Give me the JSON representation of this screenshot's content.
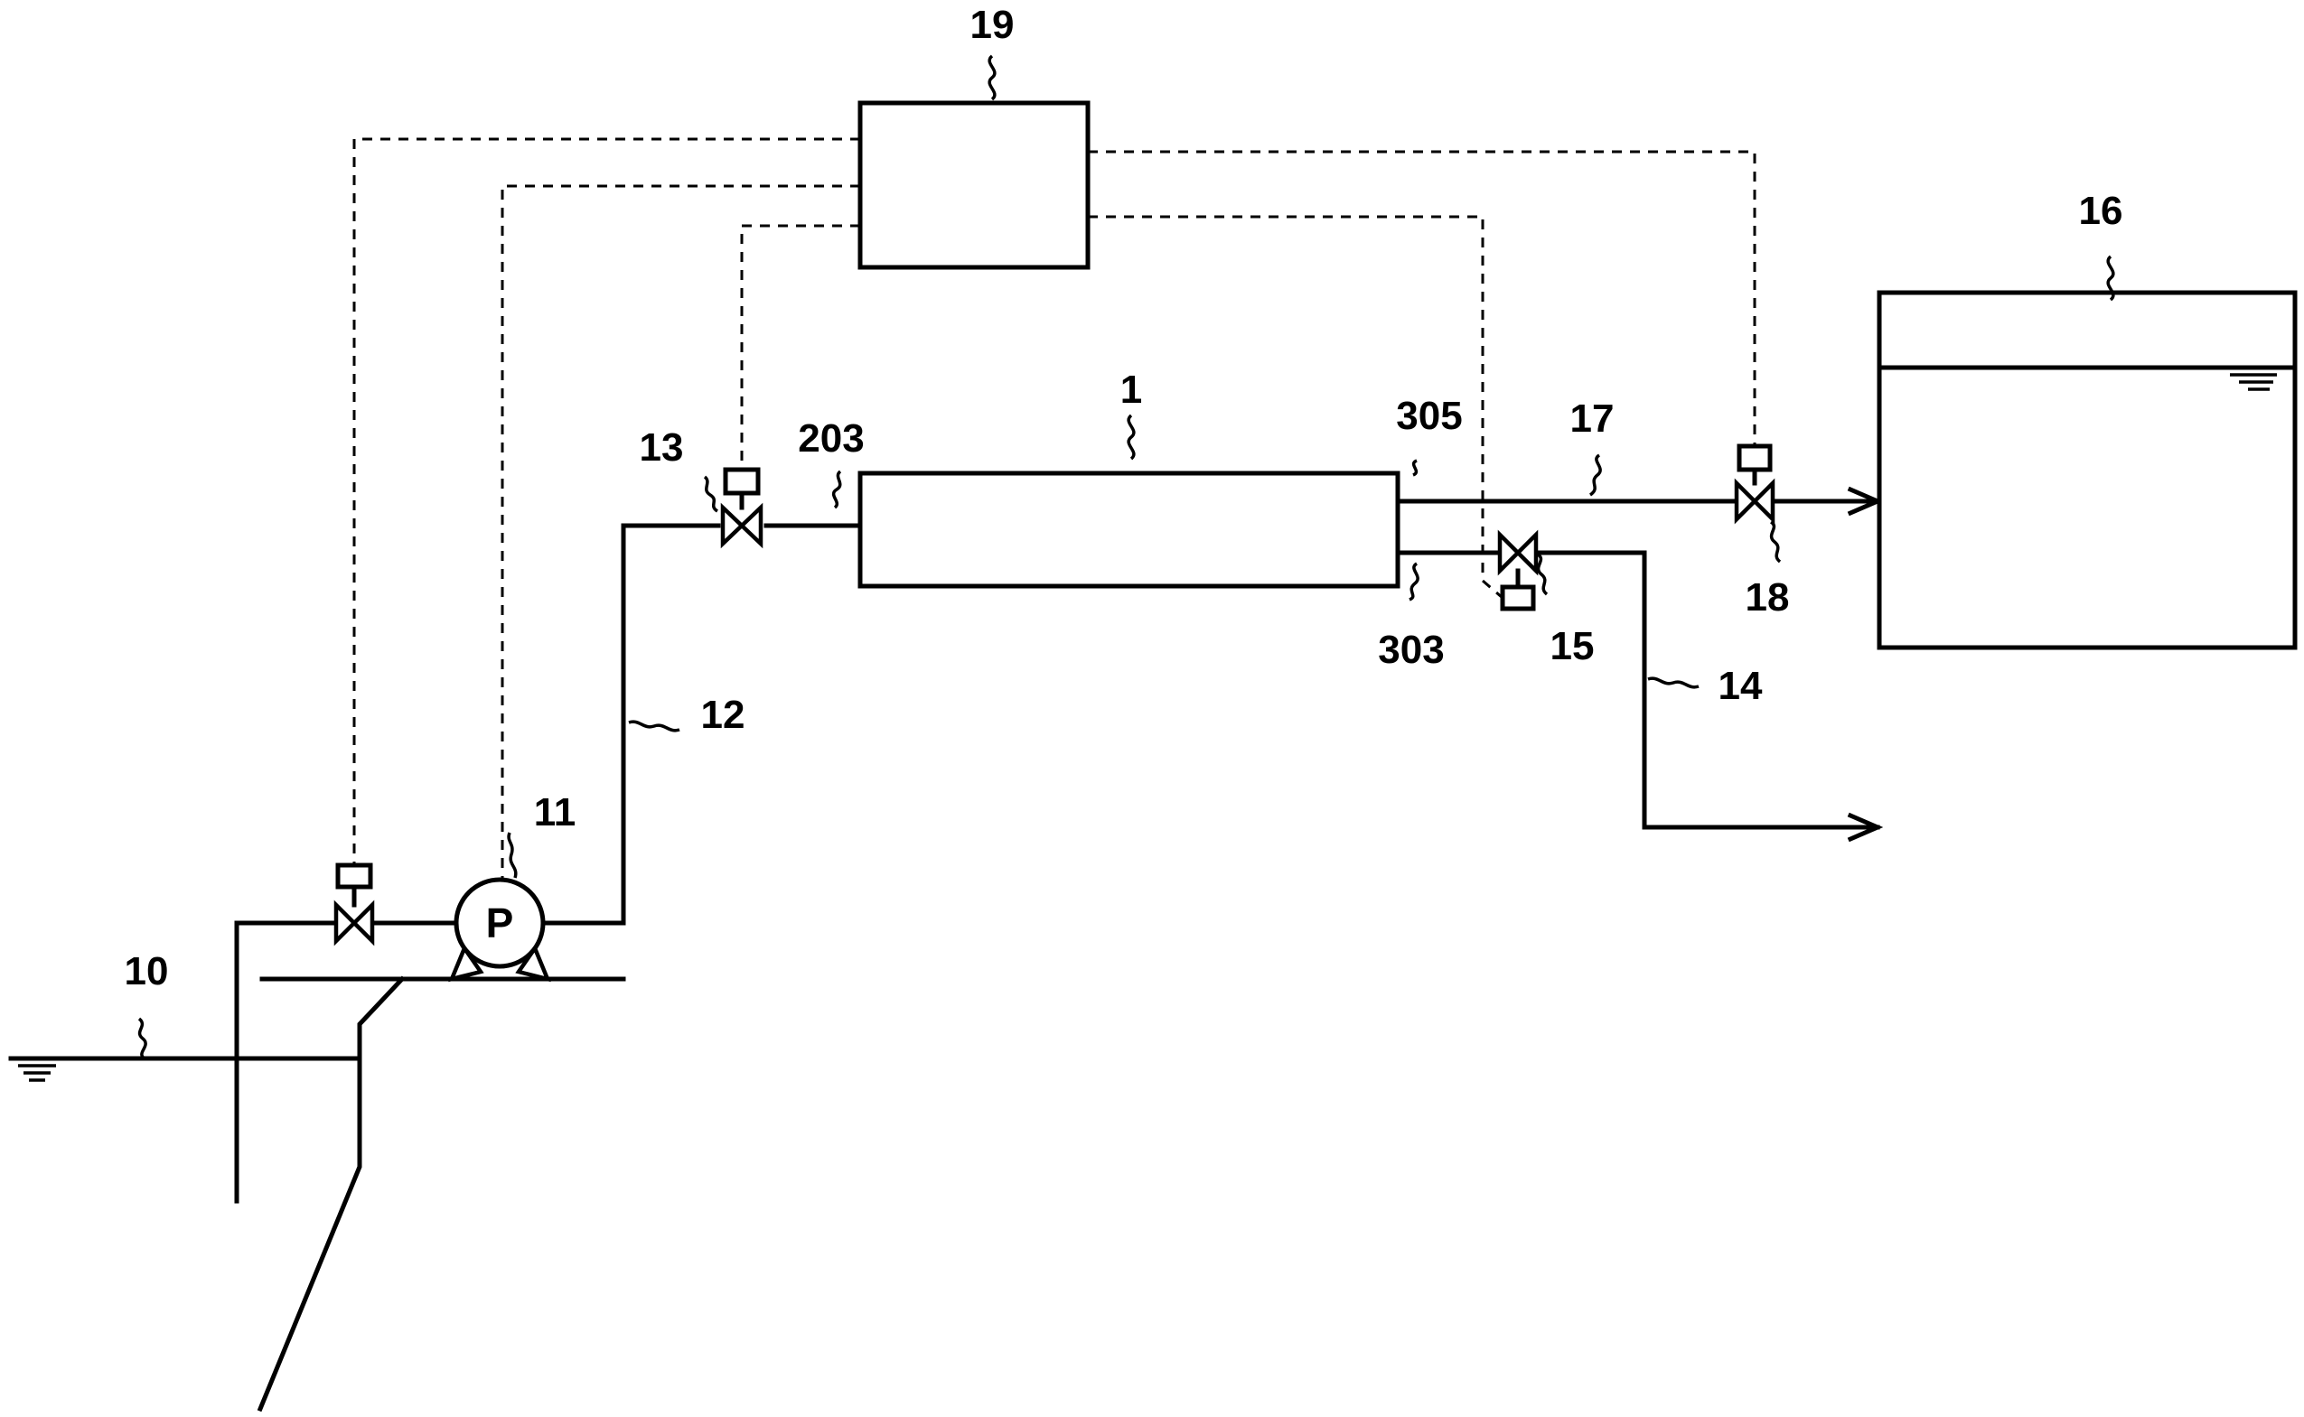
{
  "labels": {
    "membrane_module": "1",
    "water_source": "10",
    "pump": "11",
    "feed_pipe": "12",
    "feed_valve": "13",
    "concentrate_pipe": "14",
    "concentrate_valve": "15",
    "tank": "16",
    "permeate_pipe": "17",
    "permeate_valve": "18",
    "controller": "19",
    "feed_port": "203",
    "concentrate_port": "303",
    "permeate_port": "305"
  },
  "pump_symbol": "P"
}
